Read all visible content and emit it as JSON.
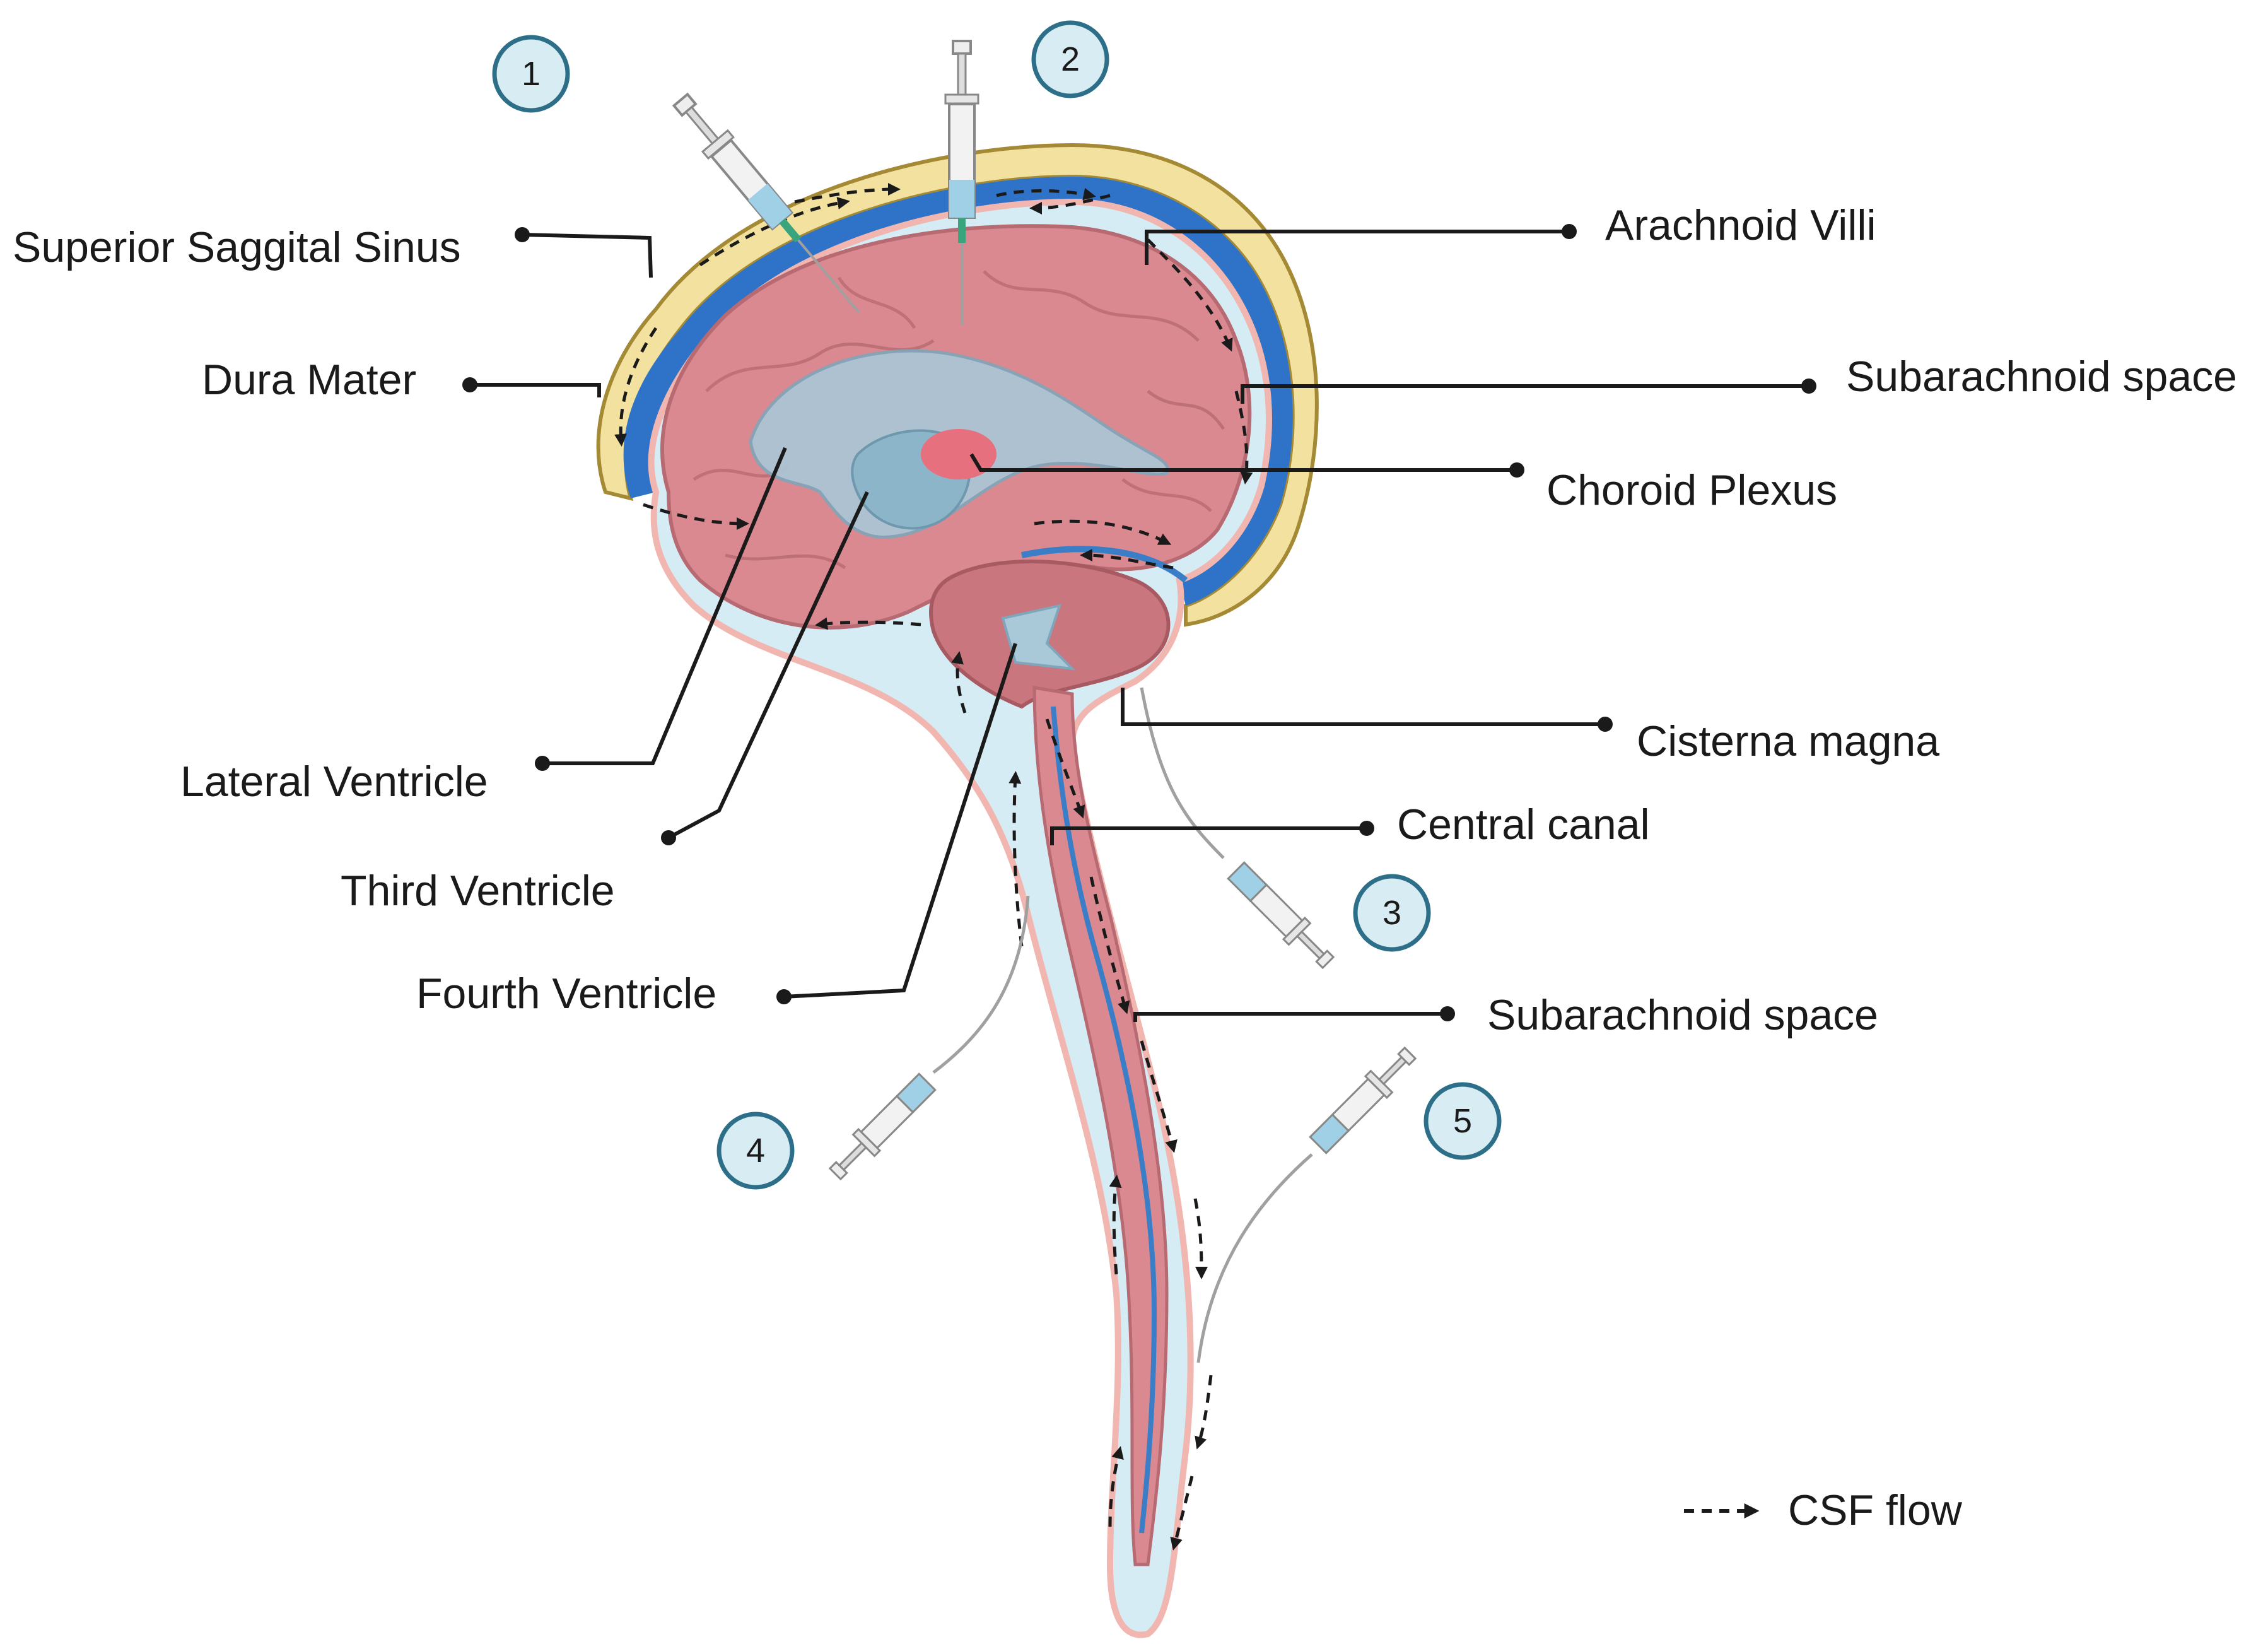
{
  "labels": {
    "superior_sagittal_sinus": "Superior Saggital Sinus",
    "dura_mater": "Dura Mater",
    "arachnoid_villi": "Arachnoid Villi",
    "subarachnoid_space_top": "Subarachnoid space",
    "choroid_plexus": "Choroid Plexus",
    "lateral_ventricle": "Lateral Ventricle",
    "third_ventricle": "Third Ventricle",
    "fourth_ventricle": "Fourth Ventricle",
    "cisterna_magna": "Cisterna magna",
    "central_canal": "Central canal",
    "subarachnoid_space_bottom": "Subarachnoid space"
  },
  "injection_sites": [
    "1",
    "2",
    "3",
    "4",
    "5"
  ],
  "legend": {
    "csf_flow": "CSF flow"
  },
  "colors": {
    "skull": "#f3e1a0",
    "dura": "#2f73c9",
    "csf": "#d6ecf5",
    "pia": "#f1b6b0",
    "brain": "#d9898f",
    "brain_fold": "#b86a72",
    "ventricle": "#a9c8d8",
    "badge_fill": "#d7ecf3",
    "badge_stroke": "#2d6e88"
  }
}
